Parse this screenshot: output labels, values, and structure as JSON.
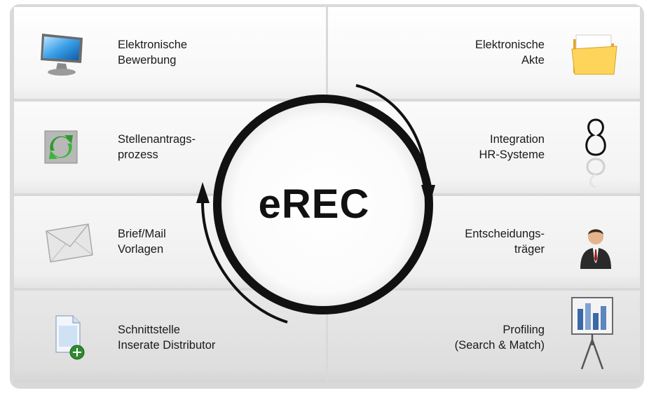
{
  "center": {
    "title": "eREC"
  },
  "left_items": [
    {
      "line1": "Elektronische",
      "line2": "Bewerbung",
      "icon": "monitor-icon"
    },
    {
      "line1": "Stellenantrags-",
      "line2": "prozess",
      "icon": "recycle-arrows-icon"
    },
    {
      "line1": "Brief/Mail",
      "line2": "Vorlagen",
      "icon": "envelope-icon"
    },
    {
      "line1": "Schnittstelle",
      "line2": "Inserate Distributor",
      "icon": "document-network-icon"
    }
  ],
  "right_items": [
    {
      "line1": "Elektronische",
      "line2": "Akte",
      "icon": "folder-icon"
    },
    {
      "line1": "Integration",
      "line2": "HR-Systeme",
      "icon": "figure-eight-icon"
    },
    {
      "line1": "Entscheidungs-",
      "line2": "träger",
      "icon": "businessman-icon"
    },
    {
      "line1": "Profiling",
      "line2": "(Search & Match)",
      "icon": "presentation-board-icon"
    }
  ],
  "colors": {
    "frame": "#d9d9d9",
    "text": "#1a1a1a",
    "ring": "#111111"
  }
}
